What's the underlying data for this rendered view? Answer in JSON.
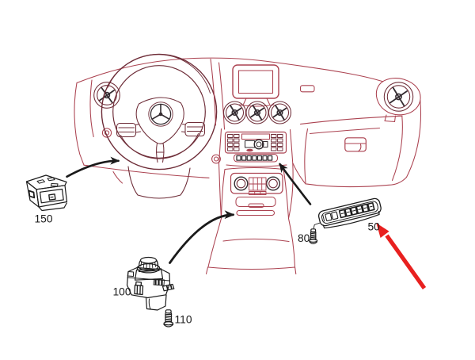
{
  "diagram": {
    "kind": "vehicle-dashboard-parts-diagram",
    "background": "#ffffff",
    "colors": {
      "context_line": "#ab4250",
      "context_line_dark": "#6f2e39",
      "detail_dark": "#342c31",
      "part_line": "#1c1c1c",
      "label_text": "#1a1a1a",
      "callout_arrow": "#1a1a1a",
      "highlight_arrow": "#e8201f"
    },
    "parts": [
      {
        "label": "150"
      },
      {
        "label": "100"
      },
      {
        "label": "110"
      },
      {
        "label": "80"
      },
      {
        "label": "50"
      }
    ]
  }
}
